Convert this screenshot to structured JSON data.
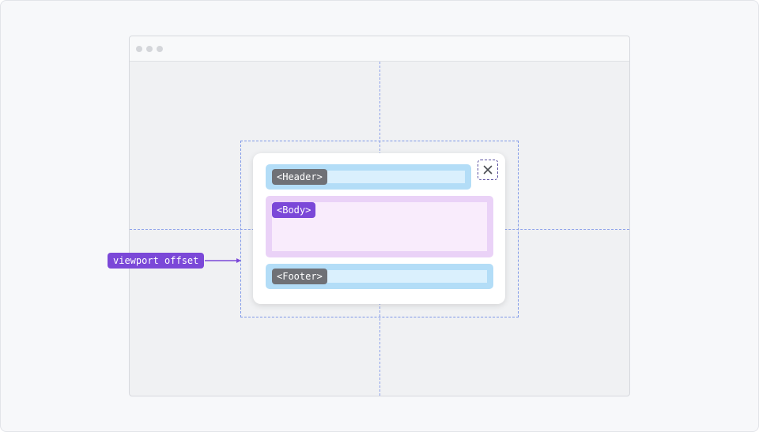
{
  "window": {
    "dots": 3
  },
  "dialog": {
    "header_tag": "<Header>",
    "body_tag": "<Body>",
    "footer_tag": "<Footer>",
    "close_icon": "close-icon"
  },
  "annotation": {
    "offset_label": "viewport offset"
  },
  "colors": {
    "guide": "#8ea2ea",
    "accent_purple": "#7b48d8",
    "section_blue": "#b3ddf7",
    "section_purple": "#ead2f7",
    "tag_gray": "#6f7176"
  }
}
